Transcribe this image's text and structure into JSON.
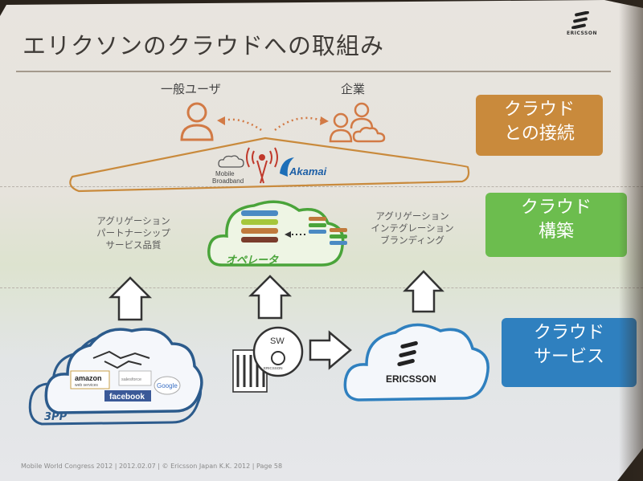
{
  "title": "エリクソンのクラウドへの取組み",
  "logo_text": "ERICSSON",
  "users": {
    "consumer_label": "一般ユーザ",
    "enterprise_label": "企業"
  },
  "network": {
    "mobile_broadband": "Mobile\nBroadband",
    "mobile_broadband_line1": "Mobile",
    "mobile_broadband_line2": "Broadband",
    "akamai": "Akamai"
  },
  "badges": {
    "connection_line1": "クラウド",
    "connection_line2": "との接続",
    "build_line1": "クラウド",
    "build_line2": "構築",
    "service_line1": "クラウド",
    "service_line2": "サービス"
  },
  "left_caption": [
    "アグリゲーション",
    "パートナーシップ",
    "サービス品質"
  ],
  "right_caption": [
    "アグリゲーション",
    "インテグレーション",
    "ブランディング"
  ],
  "operator_label": "オペレータ",
  "sw_label": "SW",
  "sw_brand": "ERICSSON",
  "ericsson_cloud_label": "ERICSSON",
  "third_party_label": "3PP",
  "third_party_logos": {
    "amazon": "amazon",
    "amazon_sub": "web services",
    "facebook": "facebook",
    "google": "Google",
    "salesforce": "salesforce"
  },
  "footer": "Mobile World Congress 2012  |  2012.02.07  |  © Ericsson Japan K.K. 2012  |  Page 58",
  "colors": {
    "badge_connection": "#c98a3c",
    "badge_build": "#6cbd4e",
    "badge_service": "#2f80bf",
    "user_icon": "#d27a45",
    "operator_cloud": "#4aa43a",
    "ericsson_cloud": "#2f80bf"
  }
}
